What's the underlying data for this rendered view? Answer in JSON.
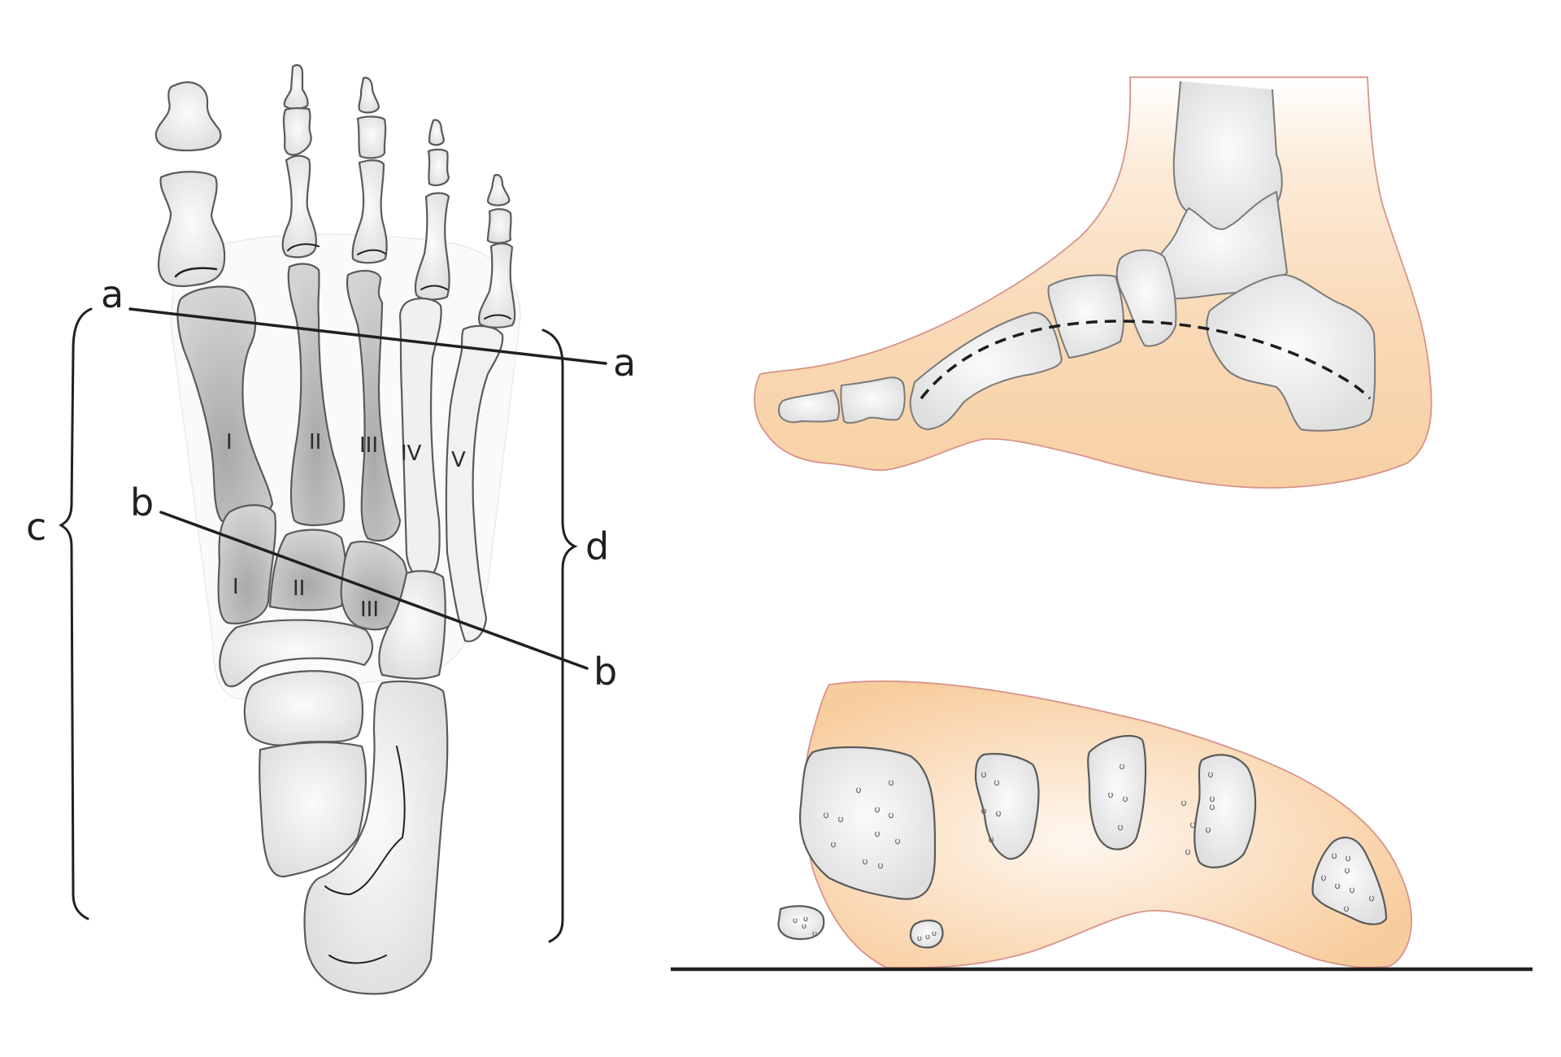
{
  "figure": {
    "title": "Arches of the foot: dorsal skeleton, medial longitudinal arch, transverse arch cross-section",
    "colors": {
      "background": "#ffffff",
      "bone_fill_light": "#f2f2f2",
      "bone_fill_dark": "#bdbdbd",
      "bone_outline": "#5a5a5a",
      "skin_fill": "#f8d3a8",
      "skin_fill_light": "#fdf3e8",
      "skin_outline": "#d8938a",
      "ink": "#231f20"
    }
  },
  "dorsal_view": {
    "section_lines": [
      {
        "id": "a",
        "label_start": "a",
        "label_end": "a"
      },
      {
        "id": "b",
        "label_start": "b",
        "label_end": "b"
      }
    ],
    "braces": [
      {
        "id": "c",
        "label": "c",
        "side": "left"
      },
      {
        "id": "d",
        "label": "d",
        "side": "right"
      }
    ],
    "metatarsal_labels": [
      "I",
      "II",
      "III",
      "IV",
      "V"
    ],
    "cuneiform_labels": [
      "I",
      "II",
      "III"
    ]
  },
  "lateral_view": {
    "arch_line_style": "dashed",
    "description": "Medial longitudinal arch"
  },
  "cross_section_view": {
    "description": "Transverse arch cross-section at metatarsals",
    "bone_sections": 5,
    "sesamoids": 2,
    "ground_line": true
  }
}
